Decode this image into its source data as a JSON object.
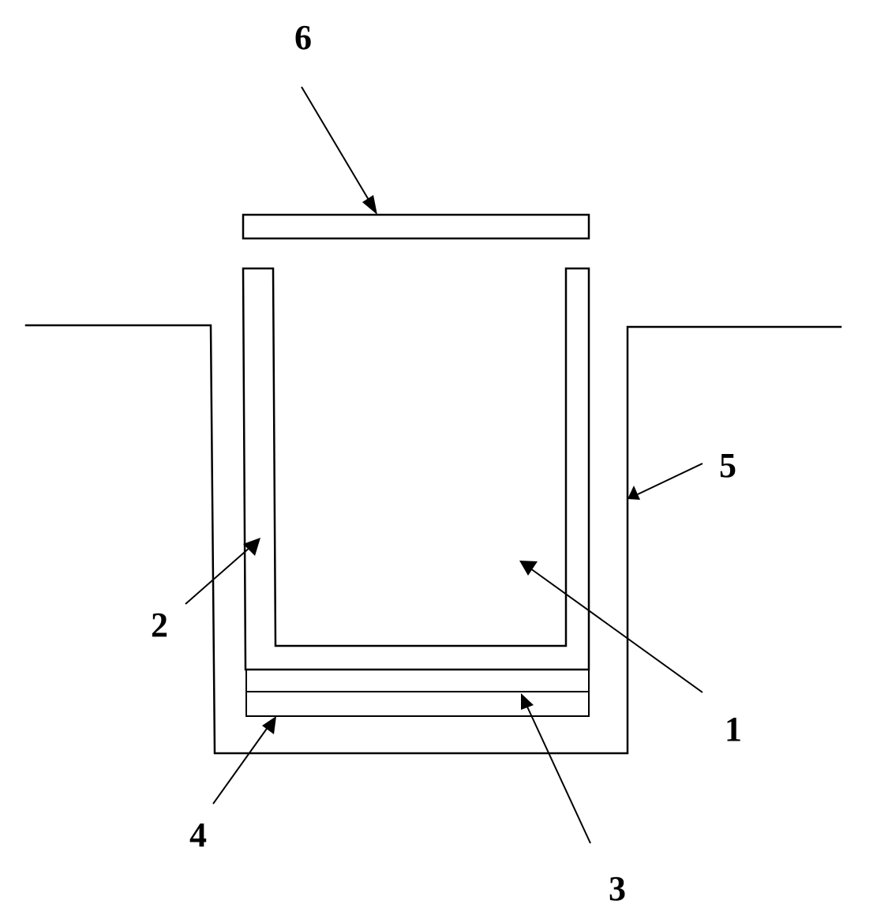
{
  "labels": {
    "label_1": "1",
    "label_2": "2",
    "label_3": "3",
    "label_4": "4",
    "label_5": "5",
    "label_6": "6"
  },
  "colors": {
    "stroke": "#000000",
    "background": "#ffffff"
  }
}
